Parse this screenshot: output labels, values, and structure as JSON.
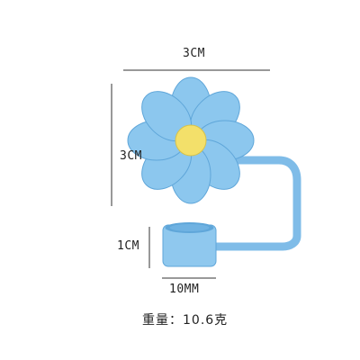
{
  "dimensions": {
    "width_label": "3CM",
    "height_label": "3CM",
    "cap_height_label": "1CM",
    "cap_width_label": "10MM"
  },
  "weight": {
    "text": "重量：10.6克"
  },
  "colors": {
    "flower_petal": "#8cc7ee",
    "flower_petal_edge": "#5fa6d9",
    "flower_center": "#f3e06a",
    "cap_body": "#8fc8ee",
    "background": "#ffffff"
  }
}
